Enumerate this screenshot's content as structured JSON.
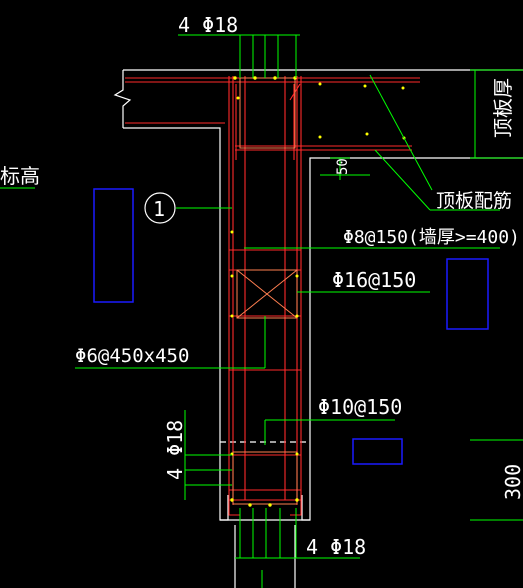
{
  "drawing": {
    "background": "#000000",
    "colors": {
      "outline": "#ffffff",
      "leader": "#00ff00",
      "rebar": "#ff2a2a",
      "stirrup": "#ff7f50",
      "dot": "#ffff00",
      "box": "#1a1aff",
      "text": "#ffffff"
    },
    "labels": {
      "top_bars": "4 Φ18",
      "bottom_bars": "4 Φ18",
      "side_bars": "4 Φ18",
      "elevation_text": "标高",
      "section_marker": "1",
      "slab_reinforcement": "顶板配筋",
      "distribution_bars": "Φ8@150(墙厚>=400)",
      "horizontal_bars": "Φ16@150",
      "tie_bars": "Φ6@450x450",
      "stirrups": "Φ10@150",
      "right_top_text": "顶板厚",
      "right_bottom_text": "300",
      "dim_50": "50"
    }
  }
}
